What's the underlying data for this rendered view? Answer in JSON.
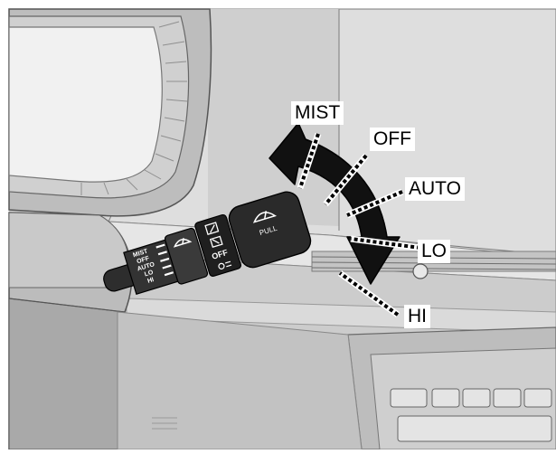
{
  "image": {
    "style": "grayscale line illustration",
    "subject": "windshield wiper control stalk on steering column",
    "colors": {
      "background_light": "#dcdcdc",
      "mid_gray": "#bdbdbd",
      "dark_stalk": "#2a2a2a",
      "arrow": "#111111",
      "outline": "#000000"
    }
  },
  "positions": [
    {
      "id": "mist",
      "label": "MIST"
    },
    {
      "id": "off",
      "label": "OFF"
    },
    {
      "id": "auto",
      "label": "AUTO"
    },
    {
      "id": "lo",
      "label": "LO"
    },
    {
      "id": "hi",
      "label": "HI"
    }
  ],
  "stalk_markings": {
    "ring_labels": [
      "MIST",
      "OFF",
      "AUTO",
      "LO",
      "HI"
    ],
    "band_label": "OFF",
    "end_cap_label": "PULL"
  },
  "icons": {
    "arrow": "curved-double-arrow-icon",
    "front_wiper": "front-wiper-icon",
    "rear_wiper": "rear-wiper-icon",
    "washer": "washer-icon"
  }
}
